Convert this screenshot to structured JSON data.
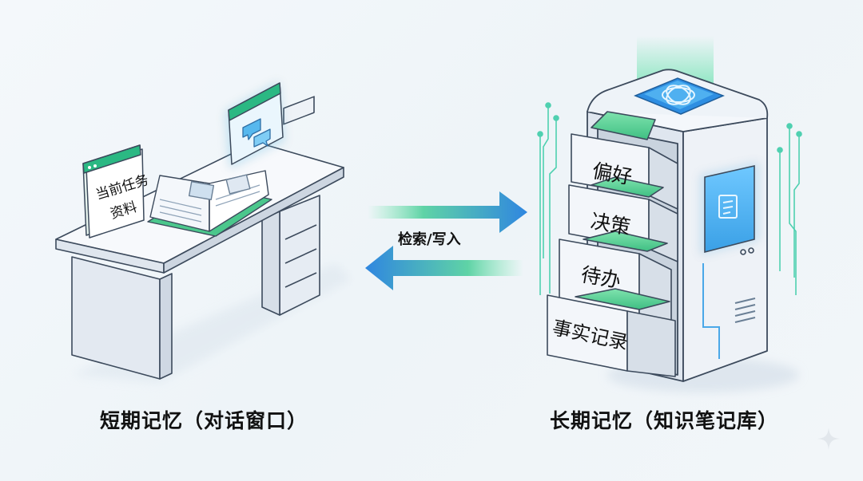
{
  "short_term": {
    "caption": "短期记忆（对话窗口）",
    "card_line1": "当前任务",
    "card_line2": "资料",
    "chat_icon": "chat-bubble-icon"
  },
  "long_term": {
    "caption": "长期记忆（知识笔记库）",
    "drawers": [
      "偏好",
      "决策",
      "待办",
      "事实记录"
    ],
    "top_logo_icon": "openai-logo-icon",
    "panel_icon": "document-icon"
  },
  "arrows": {
    "label": "检索/写入"
  },
  "corner_icon": "sparkle-icon",
  "colors": {
    "accent_green": "#3ccf8e",
    "accent_blue": "#2f86e0",
    "outline": "#3c4a5c"
  }
}
